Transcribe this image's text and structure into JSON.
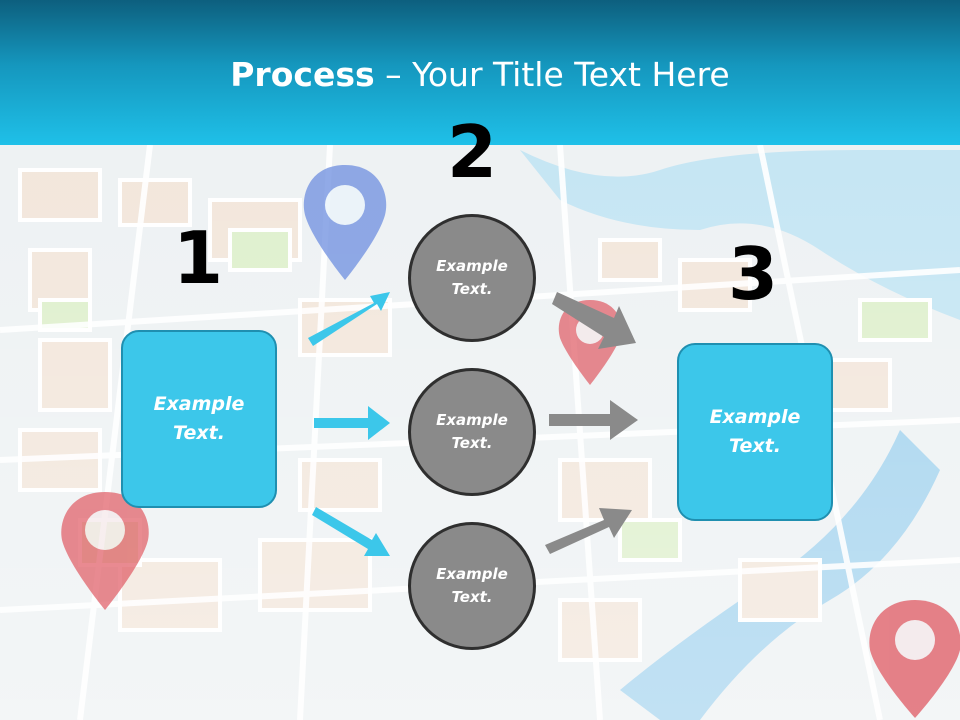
{
  "title": {
    "bold": "Process",
    "dash": " – ",
    "rest": "Your Title Text Here"
  },
  "steps": [
    {
      "number": "1",
      "text": "Example\nText."
    },
    {
      "number": "2"
    },
    {
      "number": "3",
      "text": "Example\nText."
    }
  ],
  "circles": [
    {
      "text": "Example\nText."
    },
    {
      "text": "Example\nText."
    },
    {
      "text": "Example\nText."
    }
  ],
  "colors": {
    "header": "#1597be",
    "box_fill": "#3cc7ea",
    "circle_fill": "#8a8a8a",
    "arrow_blue": "#3cc7ea",
    "arrow_gray": "#8a8a8a"
  },
  "icons": [
    "map-background",
    "location-pin-icon",
    "arrow-icon"
  ]
}
